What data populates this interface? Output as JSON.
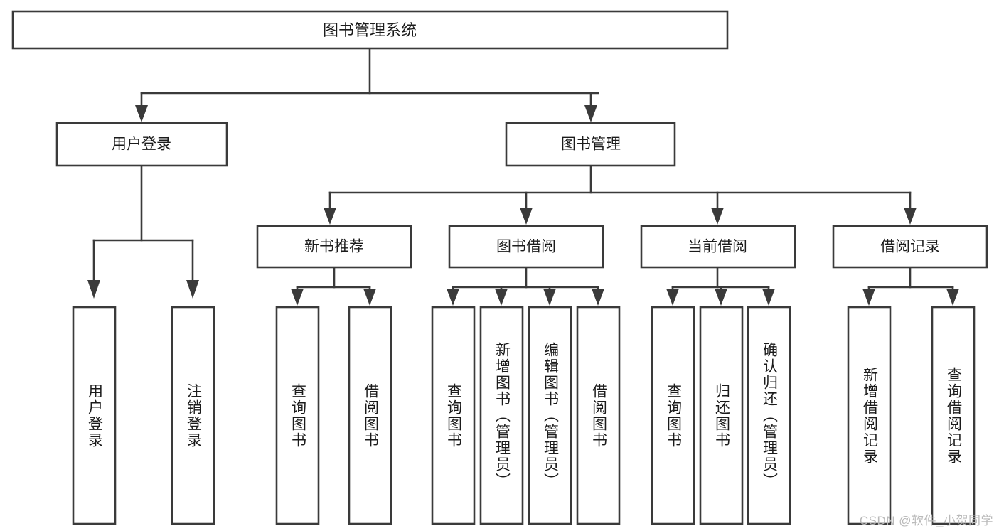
{
  "diagram": {
    "type": "tree-hierarchy-chart",
    "title": "图书管理系统",
    "stroke_color": "#3a3a3a",
    "box_fill": "#ffffff",
    "text_color": "#1b1b1b",
    "background": "#ffffff",
    "root": {
      "label": "图书管理系统",
      "orientation": "horizontal"
    },
    "level2": [
      {
        "label": "用户登录",
        "orientation": "horizontal"
      },
      {
        "label": "图书管理",
        "orientation": "horizontal"
      }
    ],
    "level3": [
      {
        "label": "新书推荐",
        "orientation": "horizontal"
      },
      {
        "label": "图书借阅",
        "orientation": "horizontal"
      },
      {
        "label": "当前借阅",
        "orientation": "horizontal"
      },
      {
        "label": "借阅记录",
        "orientation": "horizontal"
      }
    ],
    "leaves": {
      "user_login": [
        {
          "label": "用户登录",
          "orientation": "vertical"
        },
        {
          "label": "注销登录",
          "orientation": "vertical"
        }
      ],
      "new_book_recommend": [
        {
          "label": "查询图书",
          "orientation": "vertical"
        },
        {
          "label": "借阅图书",
          "orientation": "vertical"
        }
      ],
      "book_borrow": [
        {
          "label": "查询图书",
          "orientation": "vertical"
        },
        {
          "label": "新增图书（管理员）",
          "orientation": "vertical"
        },
        {
          "label": "编辑图书（管理员）",
          "orientation": "vertical"
        },
        {
          "label": "借阅图书",
          "orientation": "vertical"
        }
      ],
      "current_borrow": [
        {
          "label": "查询图书",
          "orientation": "vertical"
        },
        {
          "label": "归还图书",
          "orientation": "vertical"
        },
        {
          "label": "确认归还（管理员）",
          "orientation": "vertical"
        }
      ],
      "borrow_record": [
        {
          "label": "新增借阅记录",
          "orientation": "vertical"
        },
        {
          "label": "查询借阅记录",
          "orientation": "vertical"
        }
      ]
    }
  },
  "watermark": {
    "text": "CSDN @软件_小贺同学"
  }
}
